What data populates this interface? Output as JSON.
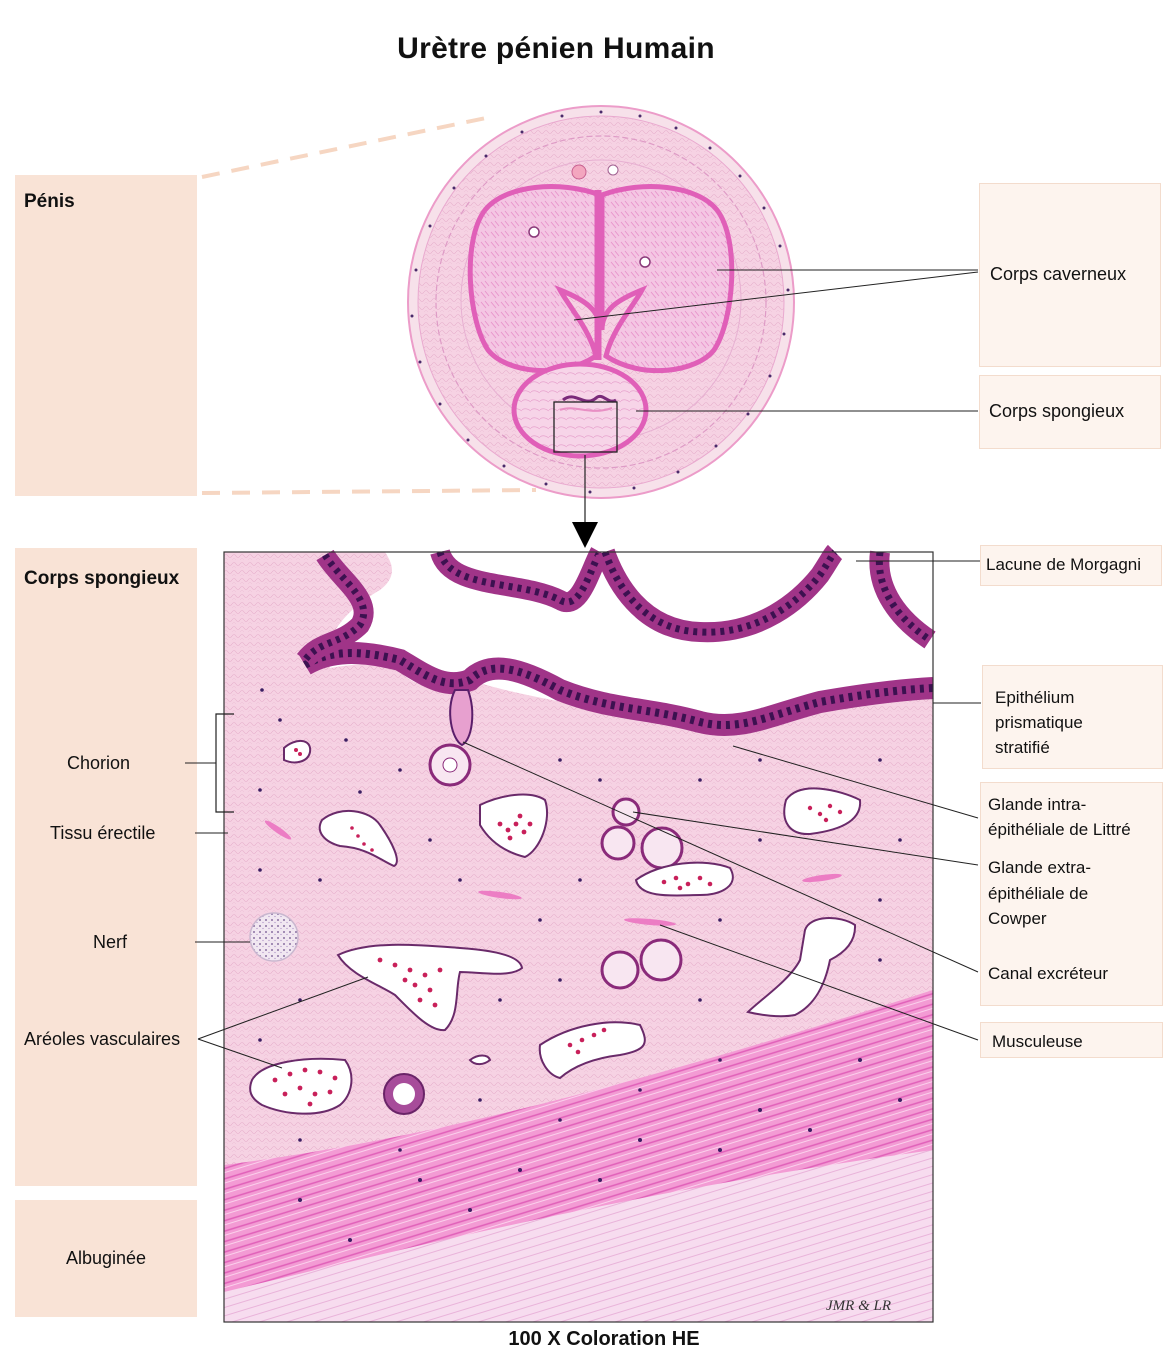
{
  "title": "Urètre pénien Humain",
  "caption": "100 X Coloration HE",
  "signature": "JMR & LR",
  "left_panels": {
    "penis": "Pénis",
    "corps_spongieux": "Corps spongieux",
    "albuginee": "Albuginée"
  },
  "left_labels": {
    "chorion": "Chorion",
    "tissu_erectile": "Tissu érectile",
    "nerf": "Nerf",
    "areoles": "Aréoles vasculaires"
  },
  "right_labels": {
    "corps_caverneux": "Corps caverneux",
    "corps_spongieux": "Corps spongieux",
    "lacune": "Lacune de Morgagni",
    "epithelium": [
      "Epithélium",
      "prismatique",
      "stratifié"
    ],
    "glande_intra": [
      "Glande intra-",
      "épithéliale de Littré"
    ],
    "glande_extra": [
      "Glande extra-",
      "épithéliale de",
      "Cowper"
    ],
    "canal": "Canal excréteur",
    "musculeuse": "Musculeuse"
  },
  "colors": {
    "panel_fill": "#f9e3d6",
    "label_fill": "#fdf4ee",
    "tissue_pink": "#f3c6df",
    "muscle_pink": "#ee82c8",
    "epithelium_dark": "#4a1a5c",
    "blood_red": "#c8205a"
  }
}
